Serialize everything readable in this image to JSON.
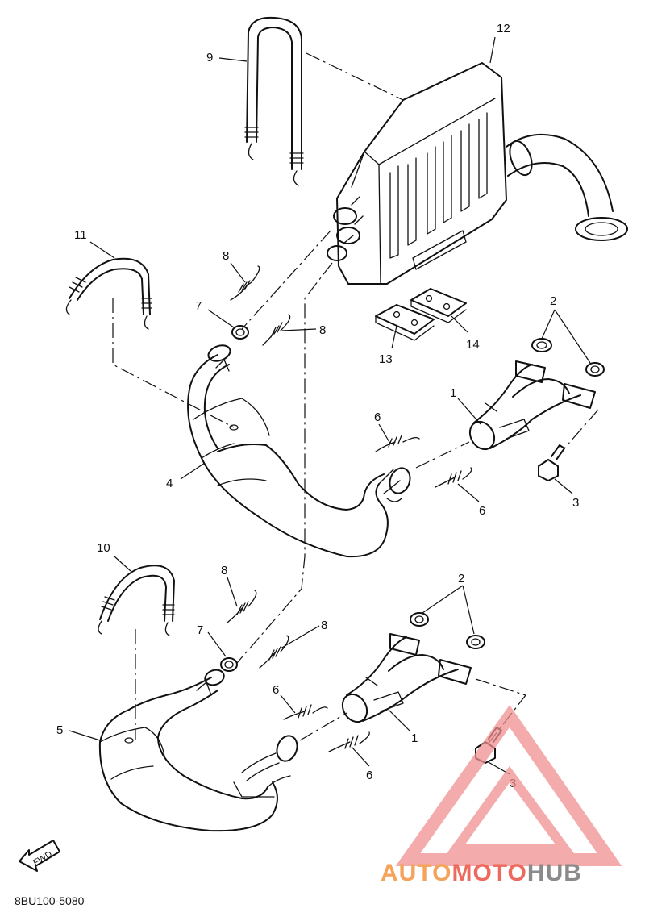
{
  "diagram": {
    "part_code": "8BU100-5080",
    "fwd_label": "FWD",
    "callouts": [
      "12",
      "9",
      "11",
      "8",
      "7",
      "8",
      "2",
      "13",
      "14",
      "1",
      "6",
      "4",
      "3",
      "6",
      "10",
      "8",
      "2",
      "7",
      "8",
      "6",
      "5",
      "1",
      "6",
      "3"
    ],
    "watermark": {
      "part_a": "AUTO",
      "part_b": "MOTO",
      "part_c": "HUB",
      "color_a": "#f5a25a",
      "color_b": "#ef6a5e",
      "color_c": "#8a8a8a",
      "logo_color": "#f08f8f"
    }
  }
}
